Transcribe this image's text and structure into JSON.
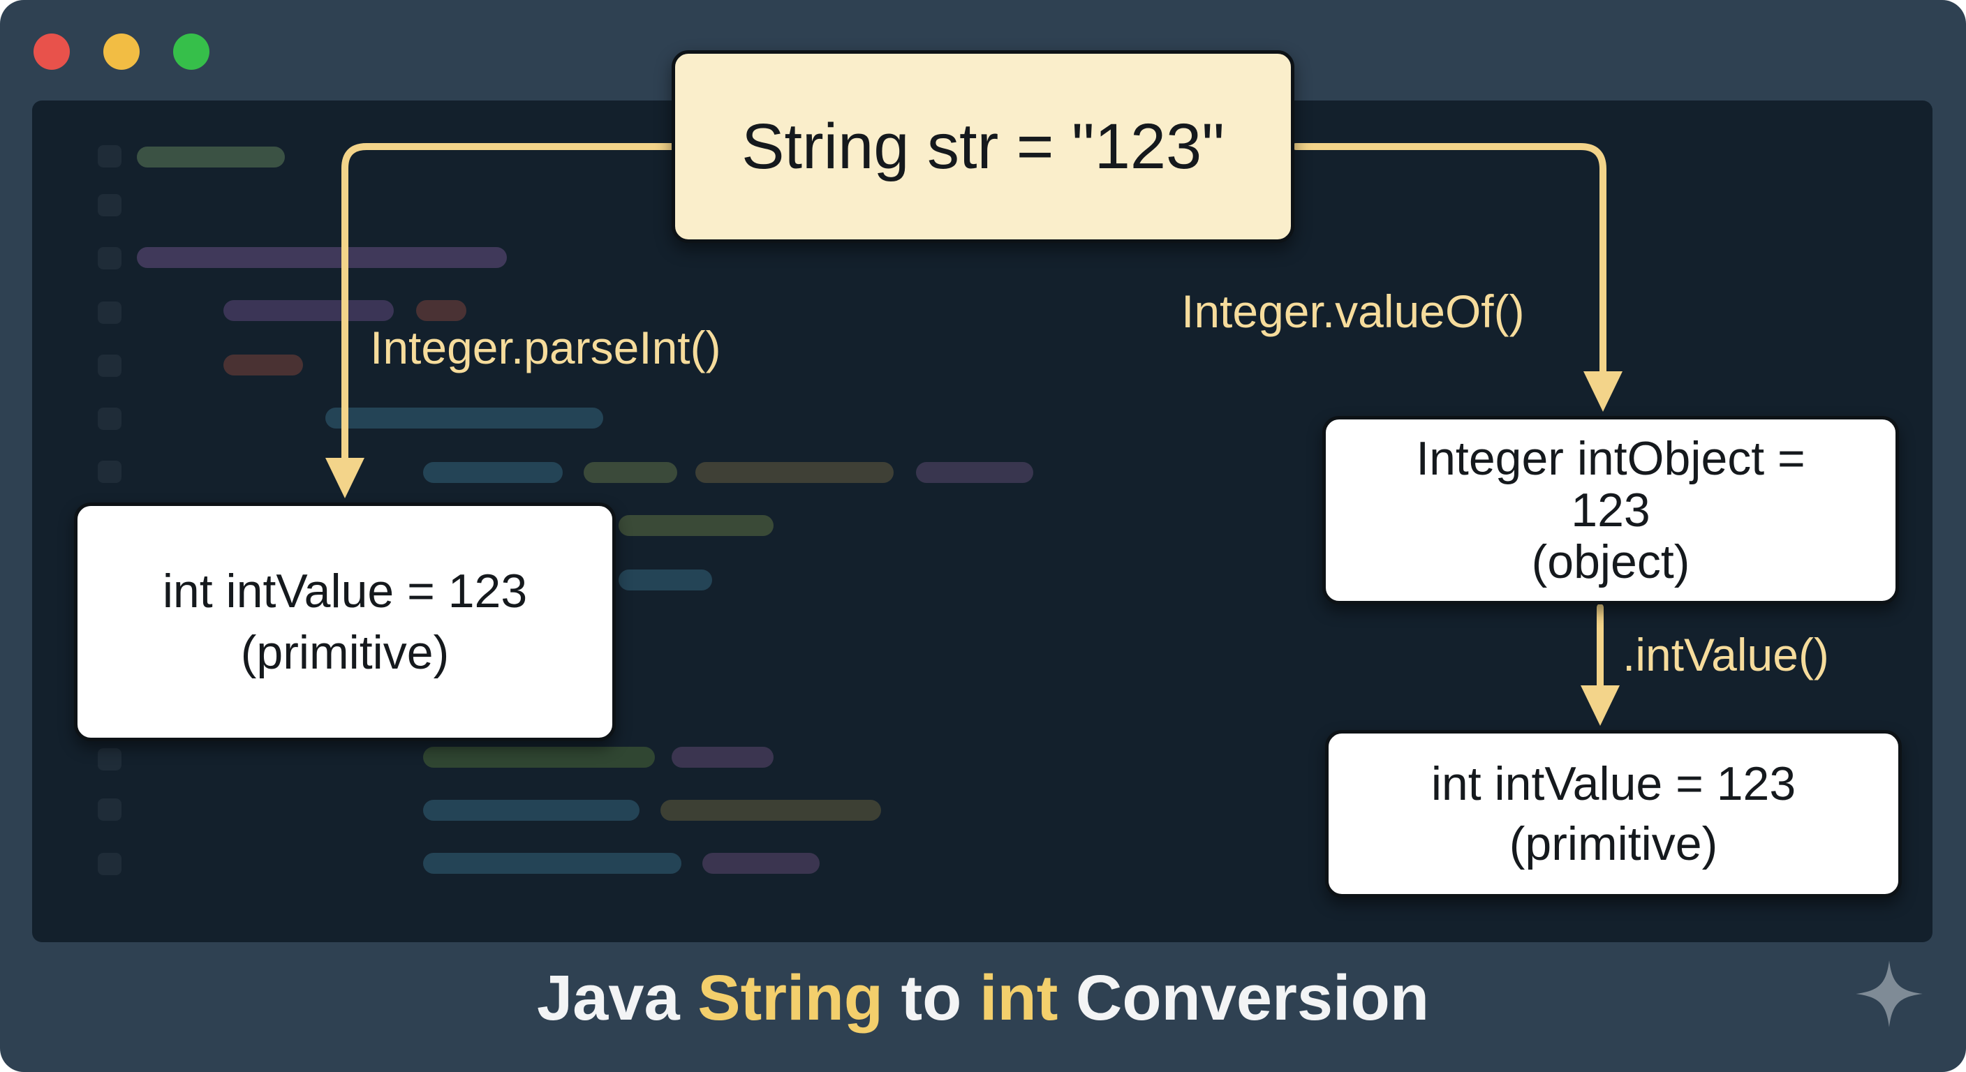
{
  "window": {
    "traffic_lights": {
      "close": "#e8524b",
      "minimize": "#f2bd44",
      "maximize": "#36bf4a"
    }
  },
  "colors": {
    "frame": "#2f4152",
    "editor_bg": "#13202c",
    "arrow": "#f3d48a",
    "source_fill": "#faeecb",
    "result_fill": "#ffffff",
    "highlight_text": "#f3cf6c"
  },
  "diagram": {
    "source": {
      "text": "String str = \"123\""
    },
    "left_branch": {
      "method": "Integer.parseInt()",
      "result_lines": [
        "int intValue = 123",
        "(primitive)"
      ]
    },
    "right_branch": {
      "method": "Integer.valueOf()",
      "object_lines": [
        "Integer intObject =",
        "123",
        "(object)"
      ],
      "unbox_method": ".intValue()",
      "result_lines": [
        "int intValue = 123",
        "(primitive)"
      ]
    }
  },
  "footer": {
    "parts": [
      "Java ",
      "String",
      " to ",
      "int",
      " Conversion"
    ]
  },
  "icons": {
    "corner": "sparkle-icon"
  }
}
